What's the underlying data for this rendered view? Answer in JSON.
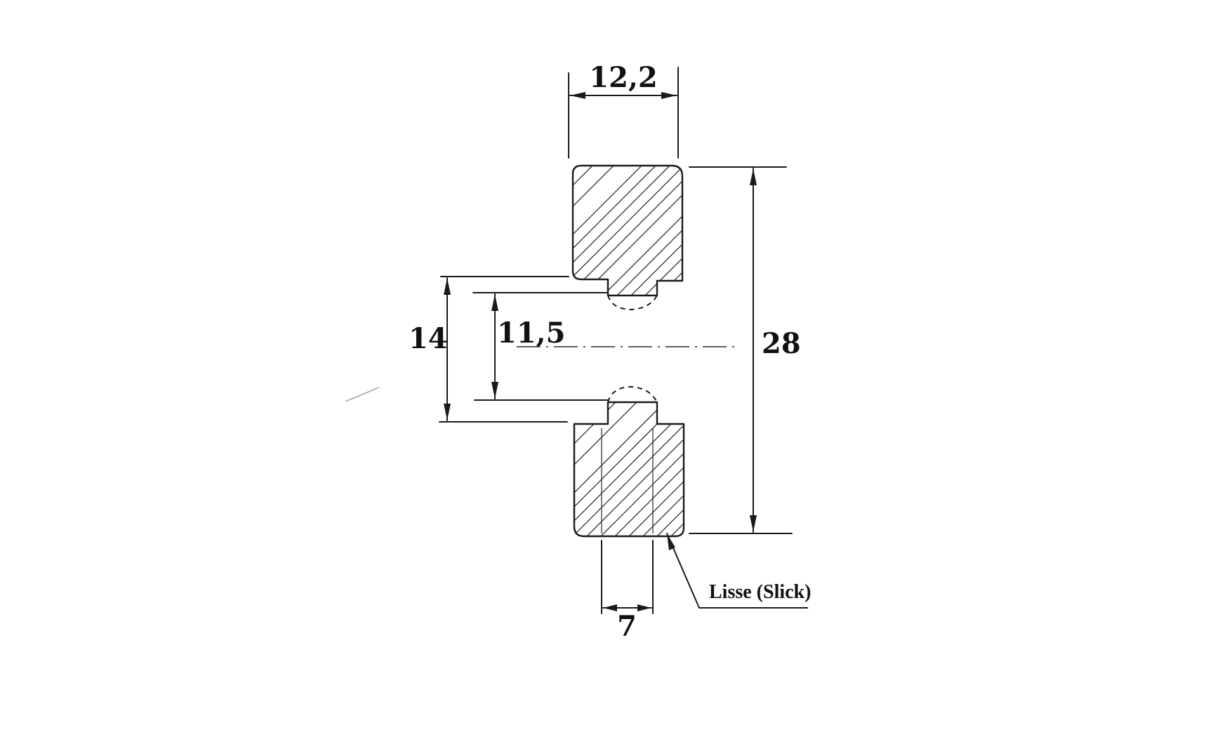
{
  "dimensions": {
    "width_top": "12,2",
    "total_height": "28",
    "outer_gap": "14",
    "inner_gap": "11,5",
    "bottom_width": "7"
  },
  "annotation": {
    "surface_note": "Lisse (Slick)"
  }
}
